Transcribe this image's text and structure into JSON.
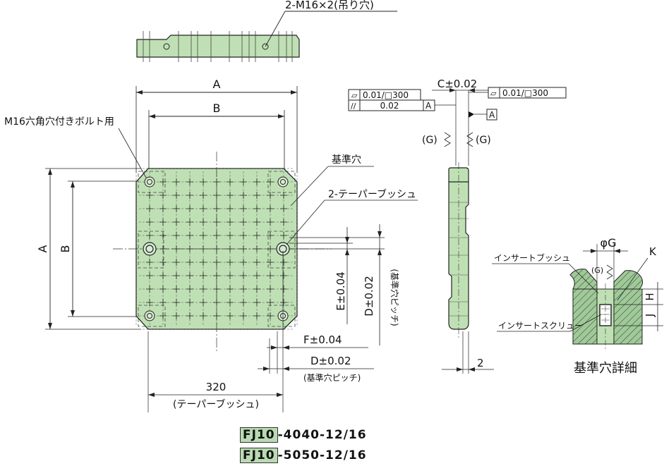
{
  "colors": {
    "plate": "#bfe0b4",
    "section": "#9fca98",
    "line": "#222222",
    "model_bg": "#b9dab2"
  },
  "labels": {
    "lifting_holes": "2-M16×2(吊り穴)",
    "dim_A": "A",
    "dim_B": "B",
    "bolt": "M16六角穴付きボルト用",
    "ref_hole": "基準穴",
    "taper_bush": "2-テーパーブッシュ",
    "dim_E": "E±0.04",
    "dim_D": "D±0.02",
    "pitch_note": "(基準穴ピッチ)",
    "dim_F": "F±0.04",
    "dim_320": "320",
    "taper_bush_paren": "(テーパーブッシュ)",
    "dim_C": "C±0.02",
    "tol_flat": "0.01/□300",
    "tol_par": "0.02",
    "datum": "A",
    "finish_G": "(G)",
    "dim_2": "2",
    "insert_bush": "インサートブッシュ",
    "insert_screw": "インサートスクリュー",
    "phi_G": "φG",
    "dim_K": "K",
    "dim_H": "H",
    "dim_J": "J",
    "detail_title": "基準穴詳細"
  },
  "models": [
    {
      "code": "FJ10",
      "suffix": "-4040-12/16"
    },
    {
      "code": "FJ10",
      "suffix": "-5050-12/16"
    }
  ]
}
